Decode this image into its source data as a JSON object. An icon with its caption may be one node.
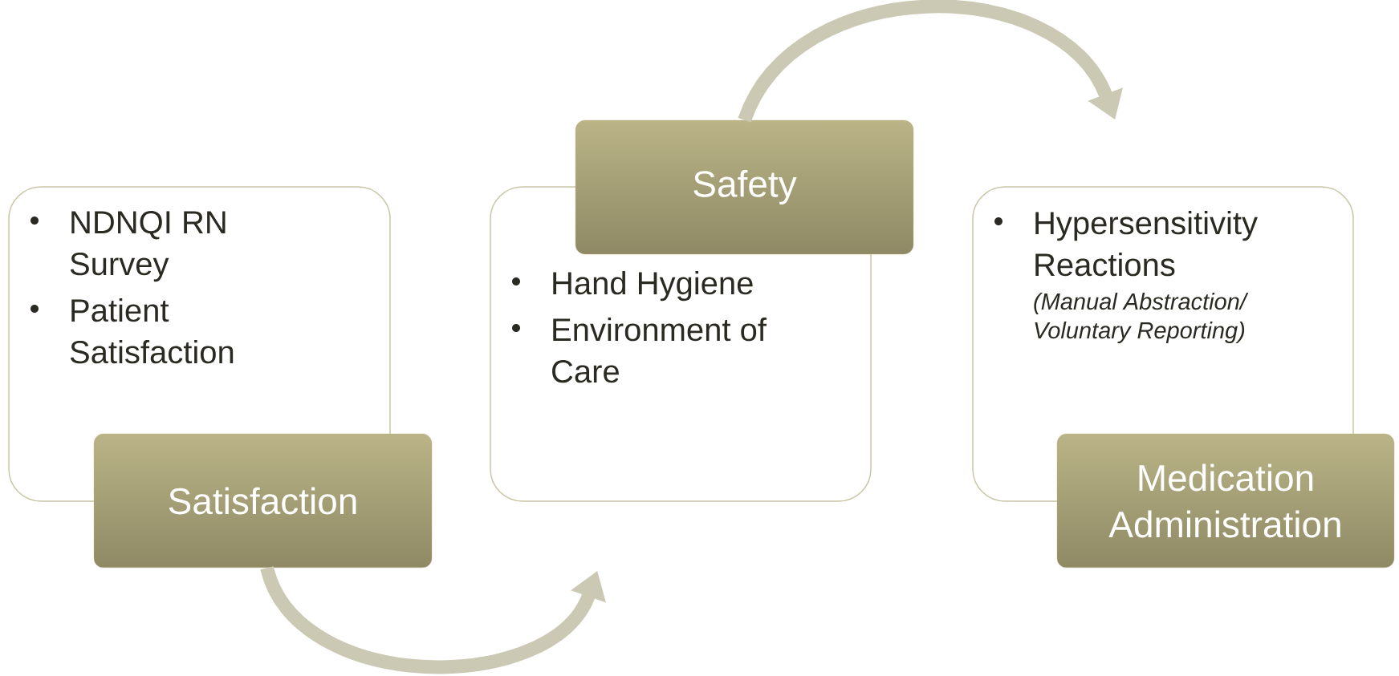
{
  "diagram": {
    "nodes": [
      {
        "text": [
          "NDNQI RN Survey",
          "Patient Satisfaction"
        ]
      },
      {
        "text": [
          "Satisfaction"
        ]
      },
      {
        "text": [
          "Hand Hygiene",
          "Environment of Care"
        ]
      },
      {
        "text": [
          "Safety"
        ]
      },
      {
        "text": [
          "Hypersensitivity Reactions",
          "(Manual Abstraction/ Voluntary Reporting)"
        ]
      },
      {
        "text": [
          "Medication Administration"
        ]
      }
    ],
    "edges": [
      {
        "from": 1,
        "to": 2,
        "arrow": "to"
      },
      {
        "from": 3,
        "to": 4,
        "arrow": "to"
      }
    ]
  }
}
